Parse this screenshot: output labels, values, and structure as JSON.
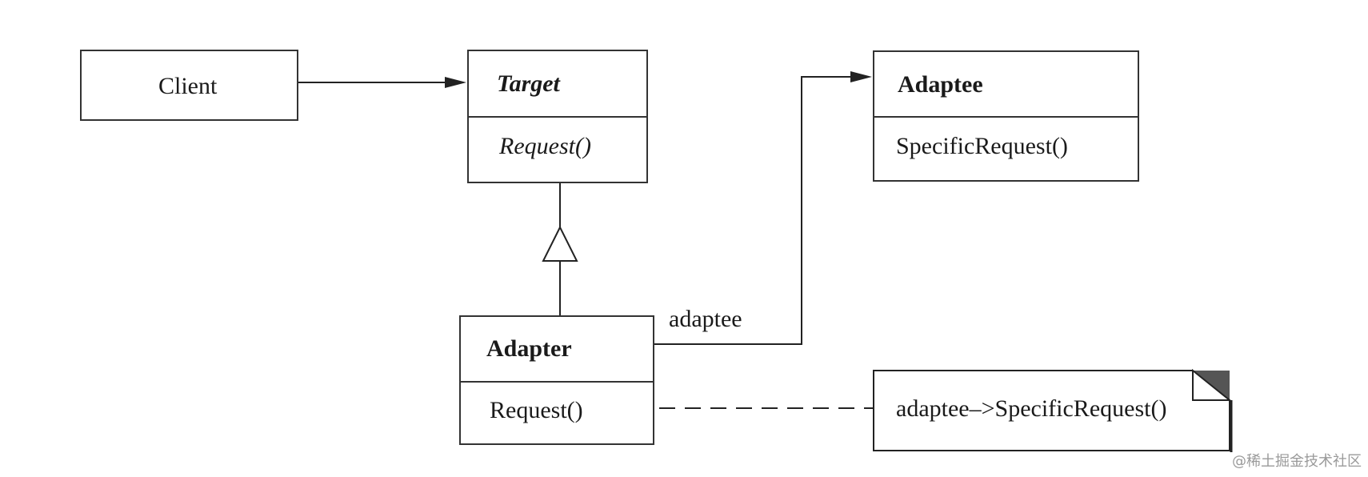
{
  "classes": {
    "client": {
      "name": "Client"
    },
    "target": {
      "name": "Target",
      "operation": "Request()"
    },
    "adaptee": {
      "name": "Adaptee",
      "operation": "SpecificRequest()"
    },
    "adapter": {
      "name": "Adapter",
      "operation": "Request()"
    }
  },
  "association_label": "adaptee",
  "note": {
    "text": "adaptee–>SpecificRequest()"
  },
  "watermark": "@稀土掘金技术社区"
}
